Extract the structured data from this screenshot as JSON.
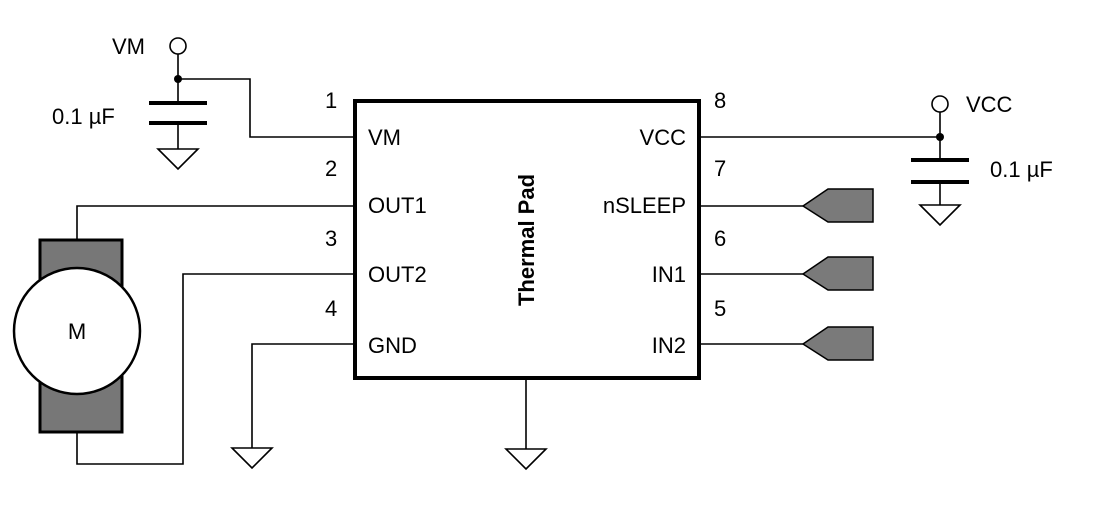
{
  "chip": {
    "left_pins": [
      {
        "number": "1",
        "name": "VM"
      },
      {
        "number": "2",
        "name": "OUT1"
      },
      {
        "number": "3",
        "name": "OUT2"
      },
      {
        "number": "4",
        "name": "GND"
      }
    ],
    "right_pins": [
      {
        "number": "8",
        "name": "VCC"
      },
      {
        "number": "7",
        "name": "nSLEEP"
      },
      {
        "number": "6",
        "name": "IN1"
      },
      {
        "number": "5",
        "name": "IN2"
      }
    ],
    "thermal_pad_label": "Thermal Pad"
  },
  "supply_vm": {
    "label": "VM",
    "cap_label": "0.1 µF"
  },
  "supply_vcc": {
    "label": "VCC",
    "cap_label": "0.1 µF"
  },
  "motor": {
    "label": "M"
  },
  "colors": {
    "wire": "#000000",
    "motor_fill": "#777777",
    "connector_fill": "#7a7a7a"
  }
}
